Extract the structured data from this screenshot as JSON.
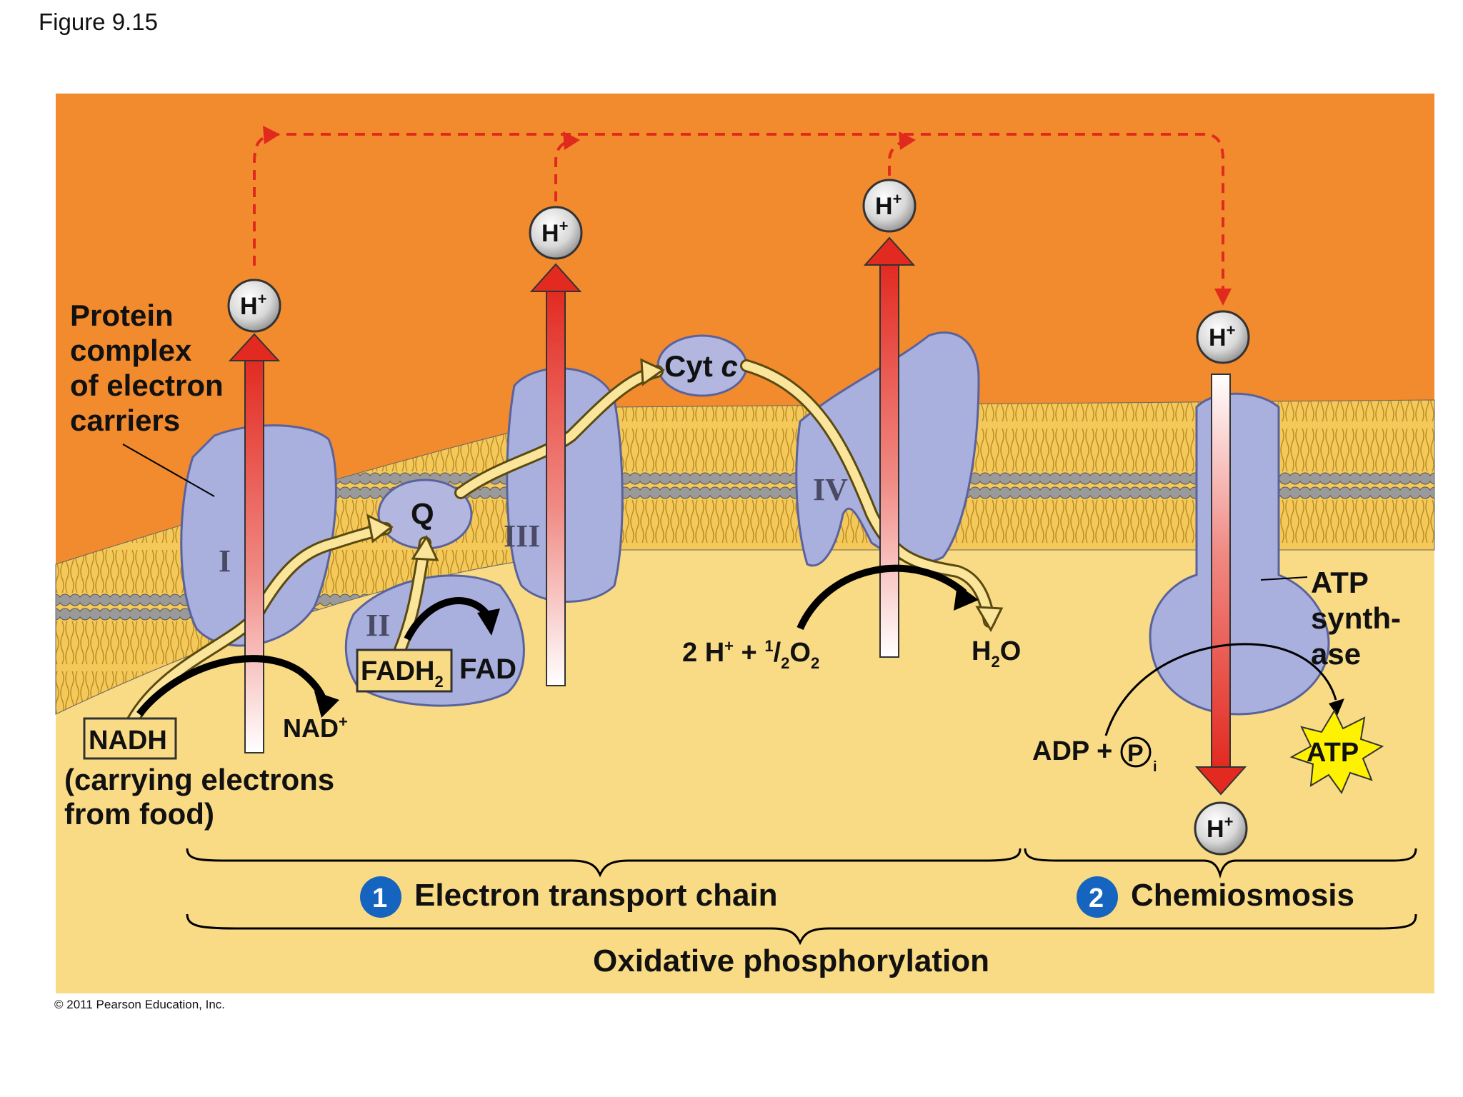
{
  "figure_label": "Figure 9.15",
  "copyright": "© 2011 Pearson Education, Inc.",
  "proton": {
    "symbol": "H",
    "charge": "+"
  },
  "labels": {
    "protein_complex": [
      "Protein",
      "complex",
      "of electron",
      "carriers"
    ],
    "complex_I": "I",
    "complex_II": "II",
    "complex_III": "III",
    "complex_IV": "IV",
    "q": "Q",
    "cyt": "Cyt",
    "cyt_c": "c",
    "fadh2": "FADH",
    "fadh2_sub": "2",
    "fad": "FAD",
    "nadh": "NADH",
    "nadh_note": [
      "(carrying electrons",
      "from food)"
    ],
    "nad": "NAD",
    "nad_sup": "+",
    "oxygen_lhs": "2 H",
    "oxygen_plus": " + ",
    "oxygen_half_num": "1",
    "oxygen_half_den": "2",
    "oxygen_O": "O",
    "oxygen_sub": "2",
    "water_H": "H",
    "water_sub": "2",
    "water_O": "O",
    "atp_synthase": [
      "ATP",
      "synth-",
      "ase"
    ],
    "adp": "ADP +",
    "pi_letter": "P",
    "pi_sub": "i",
    "atp": "ATP"
  },
  "sections": {
    "etc_number": "1",
    "etc": "Electron transport chain",
    "chemi_number": "2",
    "chemi": "Chemiosmosis",
    "oxphos": "Oxidative phosphorylation"
  },
  "colors": {
    "intermembrane": "#F28A2E",
    "matrix": "#FADB85",
    "protein": "#A9B0DE",
    "protein_dark": "#6E77B4",
    "electron_path": "#FBE59A",
    "proton_arrow": "#E8312A",
    "pump_dashed": "#E02A1E",
    "number_badge": "#1565C0",
    "atp_star": "#FFF200"
  }
}
